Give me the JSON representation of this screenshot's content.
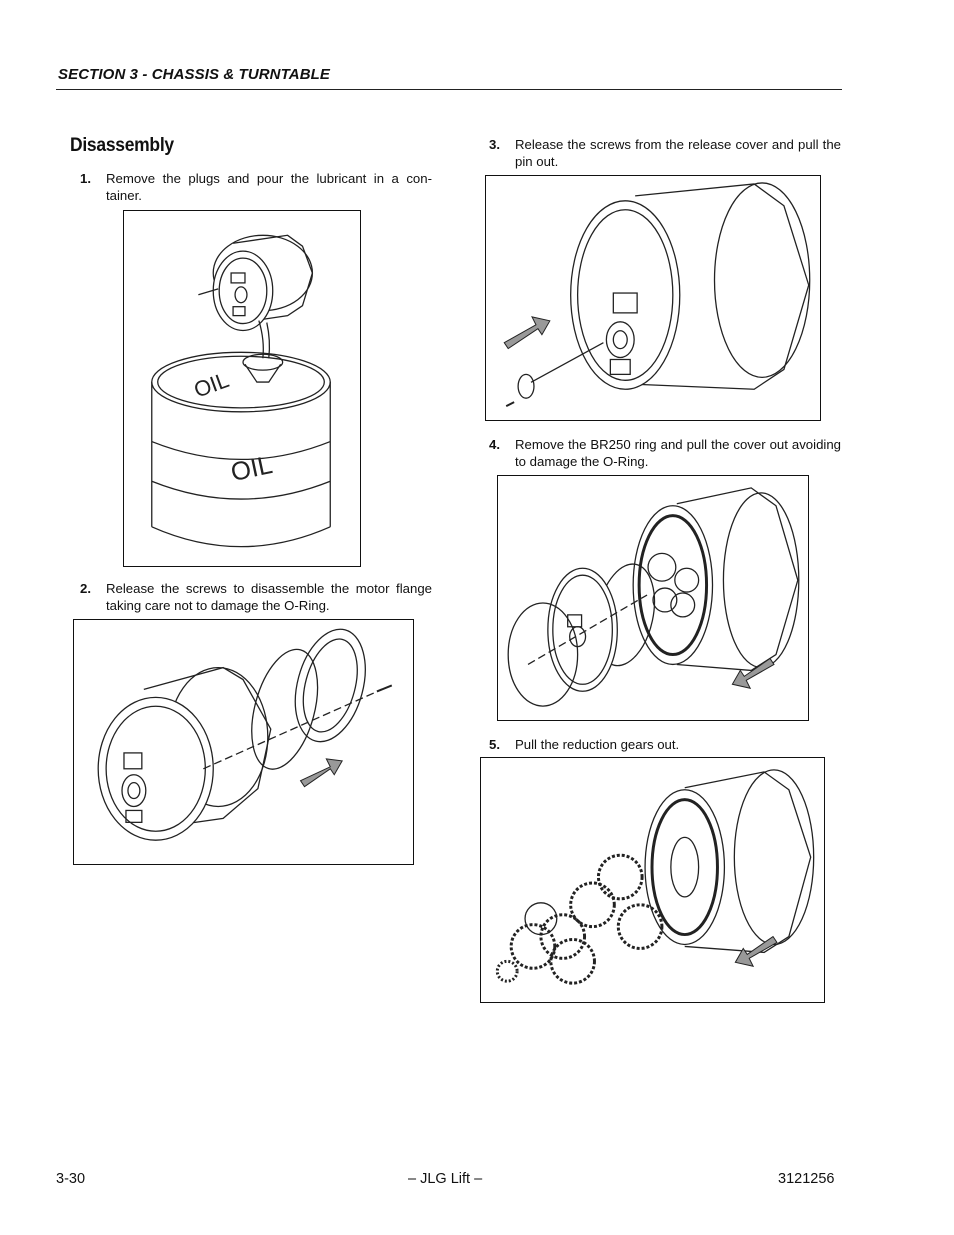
{
  "header": {
    "section": "SECTION 3 - CHASSIS & TURNTABLE"
  },
  "title": "Disassembly",
  "steps": [
    {
      "num": "1.",
      "text": "Remove the plugs and pour the lubricant in a con-tainer."
    },
    {
      "num": "2.",
      "text": "Release the screws to disassemble the motor flange taking care not to damage the O-Ring."
    },
    {
      "num": "3.",
      "text": "Release the screws from the release cover and pull the pin out."
    },
    {
      "num": "4.",
      "text": "Remove the BR250 ring and pull the cover out avoiding to damage the O-Ring."
    },
    {
      "num": "5.",
      "text": "Pull the reduction gears out."
    }
  ],
  "figures": {
    "drum_label_top": "OIL",
    "drum_label_side": "OIL"
  },
  "footer": {
    "page": "3-30",
    "center": "– JLG Lift –",
    "doc": "3121256"
  }
}
